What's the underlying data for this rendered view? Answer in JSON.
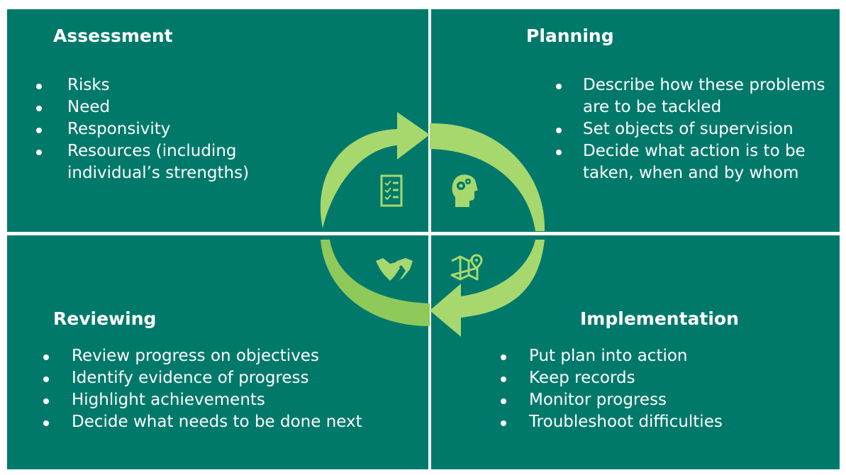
{
  "quadrants": {
    "assessment": {
      "title": "Assessment",
      "items": [
        "Risks",
        "Need",
        "Responsivity",
        "Resources (including individual’s strengths)"
      ]
    },
    "planning": {
      "title": "Planning",
      "items": [
        "Describe how these problems are to be tackled",
        "Set objects of supervision",
        "Decide what action is to be taken, when and by whom"
      ]
    },
    "reviewing": {
      "title": "Reviewing",
      "items": [
        "Review progress on objectives",
        "Identify evidence of progress",
        "Highlight achievements",
        "Decide what needs to be done next"
      ]
    },
    "implementation": {
      "title": "Implementation",
      "items": [
        "Put plan into action",
        "Keep records",
        "Monitor progress",
        "Troubleshoot difficulties"
      ]
    }
  },
  "icons": {
    "assessment": "checklist-icon",
    "planning": "head-gears-icon",
    "reviewing": "handshake-icon",
    "implementation": "map-pin-icon"
  },
  "colors": {
    "panel": "#00796b",
    "arrow_light": "#a6d86e",
    "arrow_dark": "#7cb342",
    "text": "#ffffff"
  }
}
